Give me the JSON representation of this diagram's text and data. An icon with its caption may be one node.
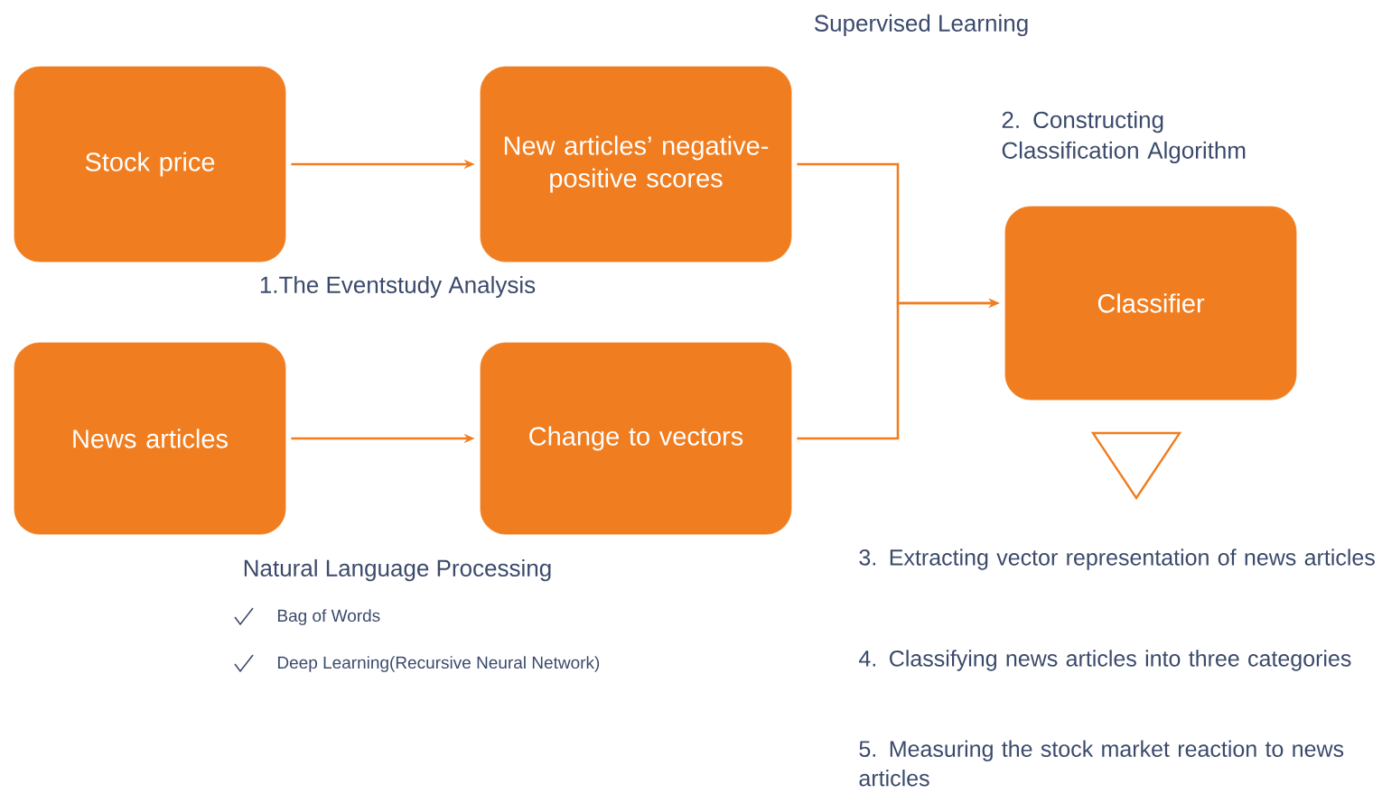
{
  "diagram": {
    "nodes": [
      {
        "text": [
          "Stock price"
        ]
      },
      {
        "text": [
          "New articles’ negative-positive scores"
        ]
      },
      {
        "text": [
          "News articles"
        ]
      },
      {
        "text": [
          "Change to vectors"
        ]
      },
      {
        "text": [
          "Classifier"
        ]
      }
    ],
    "edges": [
      {
        "from": 0,
        "to": 1,
        "arrow": "to"
      },
      {
        "from": 2,
        "to": 3,
        "arrow": "to"
      },
      {
        "from": 1,
        "to": 4,
        "arrow": "to"
      },
      {
        "from": 3,
        "to": 4,
        "arrow": "to"
      }
    ],
    "labels": [
      "Supervised Learning",
      "2. Constructing Classification Algorithm",
      "1.The Eventstudy Analysis",
      "Natural Language Processing",
      "Bag of Words",
      "Deep Learning(Recursive Neural Network)",
      "3. Extracting vector representation of news articles",
      "4. Classifying news articles into three categories",
      "5. Measuring the stock market reaction to news articles"
    ]
  }
}
